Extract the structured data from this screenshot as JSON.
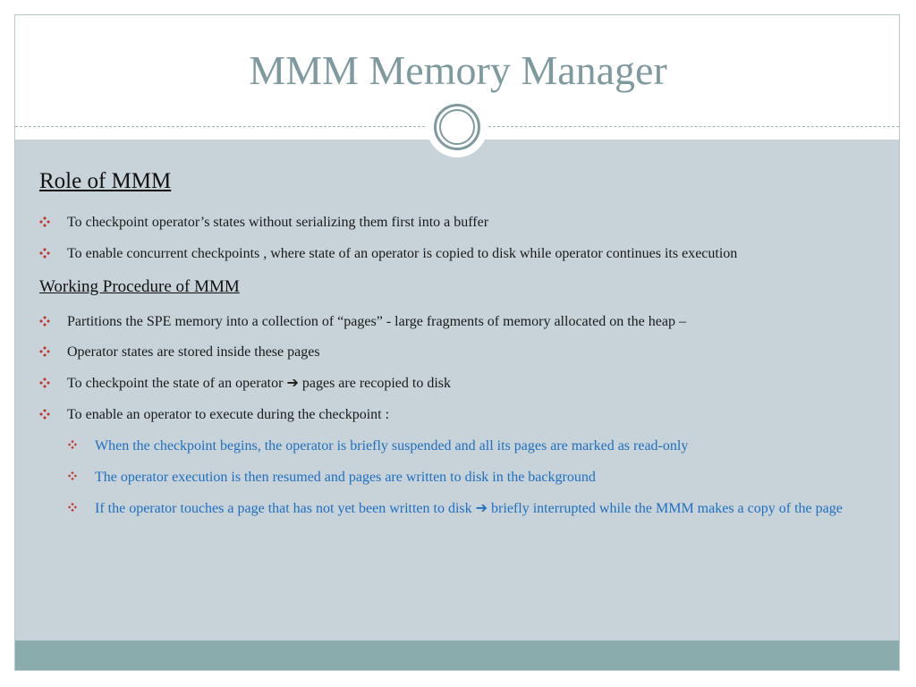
{
  "slide": {
    "title": "MMM Memory Manager",
    "section1": {
      "heading": "Role of MMM",
      "bullets": [
        "To checkpoint operator’s states without serializing them first into a buffer",
        "To enable concurrent checkpoints , where state of an operator is copied to disk while operator continues its execution"
      ]
    },
    "section2": {
      "heading": "Working Procedure of MMM",
      "bullets": [
        "Partitions the SPE memory into a collection of “pages” - large fragments of memory allocated on the heap –",
        "Operator states are stored inside these pages",
        "To checkpoint the state of an operator ➔ pages are recopied to disk",
        "To enable an operator to execute during the checkpoint :"
      ],
      "sub_bullets": [
        "When the checkpoint begins, the operator is briefly suspended and all its pages are marked as read-only",
        "The operator execution is then resumed and pages are written to disk in the background",
        "If the operator touches a page that has not yet been written to disk ➔ briefly interrupted while the MMM makes a copy of the page"
      ]
    }
  },
  "colors": {
    "title": "#7f9a9e",
    "content_background": "#c7d3d9",
    "footer_band": "#8aacad",
    "bullet": "#c0392b",
    "sub_bullet_text": "#1f6fc0"
  },
  "icons": {
    "bullet": "diamond-bullet-icon",
    "emblem": "double-ring-emblem-icon"
  }
}
